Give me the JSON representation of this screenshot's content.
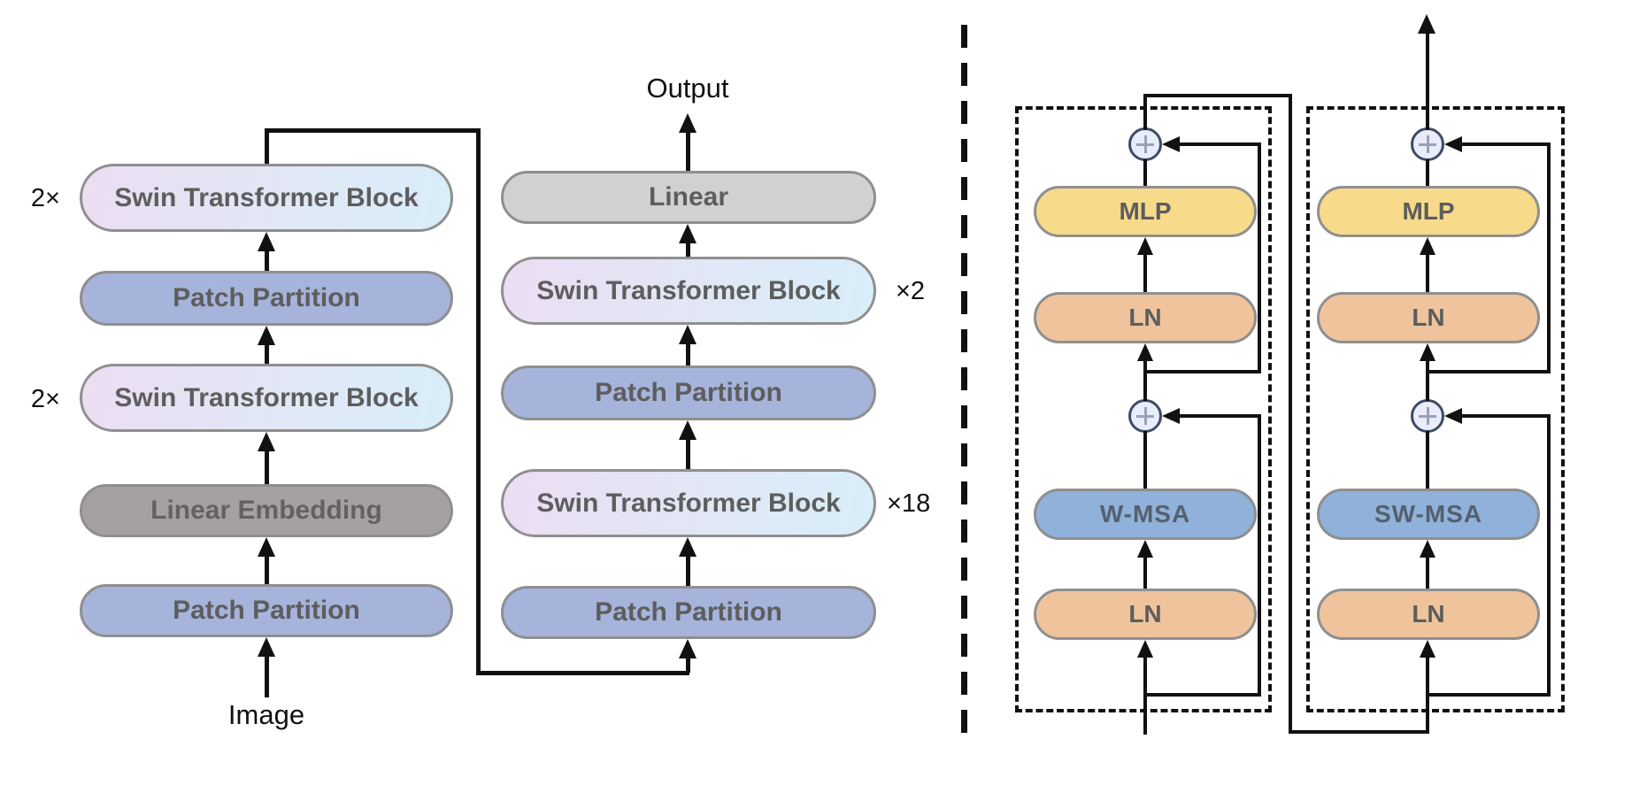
{
  "diagram": {
    "title_semantic": "Swin Transformer architecture",
    "backbone": {
      "input_label": "Image",
      "output_label": "Output",
      "stage1": {
        "rows": [
          {
            "label": "Swin Transformer Block"
          },
          {
            "label": "Patch Partition"
          },
          {
            "label": "Swin Transformer Block"
          },
          {
            "label": "Linear Embedding"
          },
          {
            "label": "Patch Partition"
          }
        ],
        "multiplier_top": "2×",
        "multiplier_mid": "2×"
      },
      "stage2": {
        "rows": [
          {
            "label": "Linear"
          },
          {
            "label": "Swin Transformer Block"
          },
          {
            "label": "Patch Partition"
          },
          {
            "label": "Swin Transformer Block"
          },
          {
            "label": "Patch Partition"
          }
        ],
        "multiplier_swin_upper": "×2",
        "multiplier_swin_lower": "×18"
      }
    },
    "block_detail": {
      "left_block": {
        "mlp": "MLP",
        "ln_top": "LN",
        "attention": "W-MSA",
        "ln_bottom": "LN",
        "sum_icon": "plus-circle",
        "sum_icon_2": "plus-circle"
      },
      "right_block": {
        "mlp": "MLP",
        "ln_top": "LN",
        "attention": "SW-MSA",
        "ln_bottom": "LN",
        "sum_icon": "plus-circle",
        "sum_icon_2": "plus-circle"
      }
    },
    "colors": {
      "swin_gradient_start": "#ecddf3",
      "swin_gradient_end": "#d8eef9",
      "patch_partition": "#a6b3db",
      "linear_embedding": "#a5a1a2",
      "linear": "#d2d1d1",
      "mlp": "#f7da8a",
      "layer_norm": "#efc49d",
      "msa": "#8fb1da",
      "sum_circle_fill": "#e9edf9",
      "sum_circle_border": "#3d4b66",
      "pill_border": "#8f8f8f",
      "pill_text": "#5d5d5d",
      "line": "#111111"
    }
  }
}
